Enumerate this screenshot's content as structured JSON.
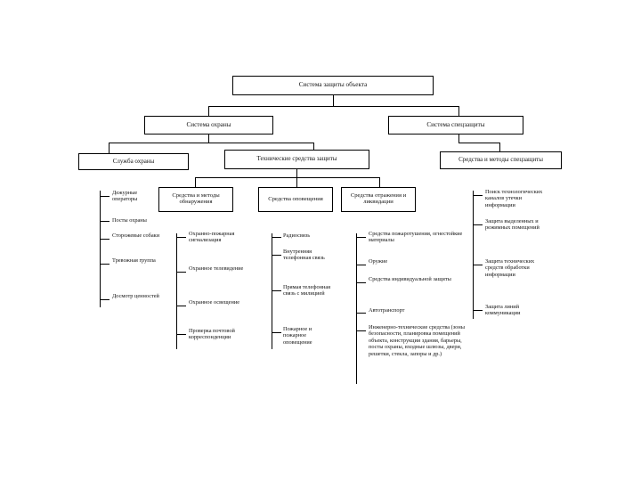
{
  "diagram": {
    "title_box": {
      "label": "Система защиты объекта"
    },
    "level2": [
      {
        "label": "Система охраны"
      },
      {
        "label": "Система спецзащиты"
      }
    ],
    "level3": [
      {
        "label": "Служба охраны"
      },
      {
        "label": "Технические средства защиты"
      },
      {
        "label": "Средства и методы спецзащиты"
      }
    ],
    "level4": [
      {
        "label": "Средства и методы обнаружения"
      },
      {
        "label": "Средства оповещения"
      },
      {
        "label": "Средства отражения и ликвидации"
      }
    ],
    "columns": [
      {
        "name": "sluzhba-ohrany-items",
        "items": [
          "Дежурные операторы",
          "Посты охраны",
          "Сторожевые собаки",
          "Тревожная группа",
          "Досмотр ценностей"
        ]
      },
      {
        "name": "sredstva-obnaruzheniya-items",
        "items": [
          "Охранно-пожарная сигнализация",
          "Охранное телевидение",
          "Охранное освещение",
          "Проверка почтовой корреспонденции"
        ]
      },
      {
        "name": "sredstva-opoveshcheniya-items",
        "items": [
          "Радиосвязь",
          "Внутренняя телефонная связь",
          "Прямая телефонная связь с милицией",
          "Пожарное и пожарное оповещение"
        ]
      },
      {
        "name": "sredstva-otrazheniya-items",
        "items": [
          "Средства пожаротушения, огнестойкие материалы",
          "Оружие",
          "Средства индивидуальной защиты",
          "Автотранспорт",
          "Инженерно-технические средства (зоны безопасности, планировка помещений объекта, конструкции здания, барьеры, посты охраны, входные шлюзы, двери, решетки, стекла, запоры и др.)"
        ]
      },
      {
        "name": "sredstva-speczashchity-items",
        "items": [
          "Поиск технологических каналов утечки информации",
          "Защита выделенных и режимных помещений",
          "Защита технических средств обработки информации",
          "Защита линий коммуникации"
        ]
      }
    ]
  }
}
